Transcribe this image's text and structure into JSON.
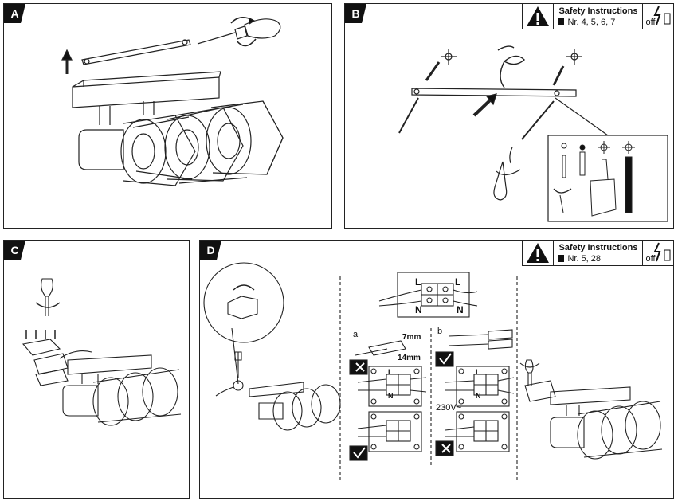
{
  "panels": {
    "a": {
      "tag": "A"
    },
    "b": {
      "tag": "B",
      "safety": {
        "title": "Safety Instructions",
        "nr": "Nr. 4, 5, 6, 7",
        "off": "off"
      }
    },
    "c": {
      "tag": "C"
    },
    "d": {
      "tag": "D",
      "safety": {
        "title": "Safety Instructions",
        "nr": "Nr. 5, 28",
        "off": "off"
      },
      "terminal": {
        "l_left": "L",
        "l_right": "L",
        "n_left": "N",
        "n_right": "N"
      },
      "sub_a": {
        "label": "a",
        "strip_len": "7mm",
        "strip_len2": "14mm",
        "l": "L",
        "n": "N"
      },
      "sub_b": {
        "label": "b",
        "voltage": "230V~",
        "l": "L",
        "n": "N"
      }
    }
  },
  "icons": [
    "warning-icon",
    "plug-icon",
    "lightning-off-icon",
    "screwdriver-icon",
    "drill-icon",
    "crosshair-icon"
  ]
}
